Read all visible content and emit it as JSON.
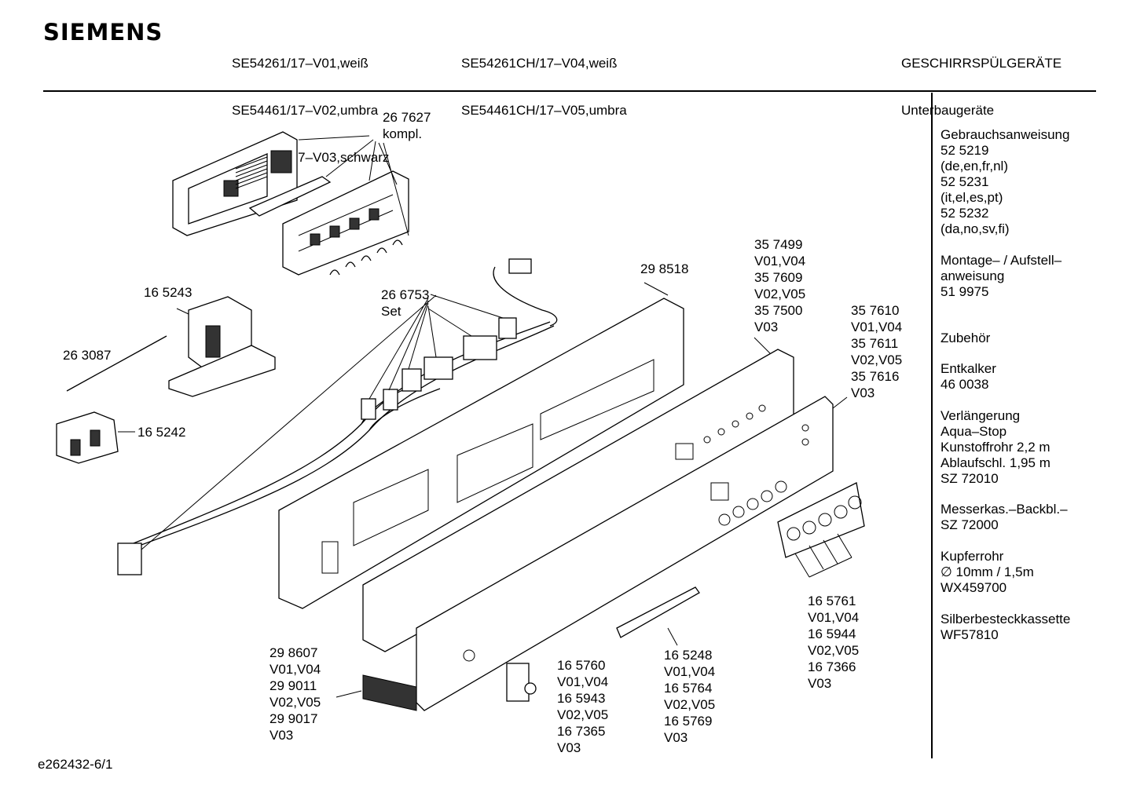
{
  "header": {
    "brand": "SIEMENS",
    "models_col1": [
      "SE54261/17–V01,weiß",
      "SE54461/17–V02,umbra",
      "SE54661/17–V03,schwarz"
    ],
    "models_col2": [
      "SE54261CH/17–V04,weiß",
      "SE54461CH/17–V05,umbra"
    ],
    "category": [
      "GESCHIRRSPÜLGERÄTE",
      "Unterbaugeräte"
    ]
  },
  "labels": {
    "l267627": "26 7627\nkompl.",
    "l165243": "16 5243",
    "l263087": "26 3087",
    "l165242": "16 5242",
    "l266753": "26 6753\nSet",
    "l298518": "29 8518",
    "l357499": "35 7499\nV01,V04\n35 7609\nV02,V05\n35 7500\nV03",
    "l357610": "35 7610\nV01,V04\n35 7611\nV02,V05\n35 7616\nV03",
    "l298607": "29 8607\nV01,V04\n29 9011\nV02,V05\n29 9017\nV03",
    "l165760": "16 5760\nV01,V04\n16 5943\nV02,V05\n16 7365\nV03",
    "l165248": "16 5248\nV01,V04\n16 5764\nV02,V05\n16 5769\nV03",
    "l165761": "16 5761\nV01,V04\n16 5944\nV02,V05\n16 7366\nV03"
  },
  "sidebar": {
    "manual": "Gebrauchsanweisung\n52 5219\n(de,en,fr,nl)\n52 5231\n(it,el,es,pt)\n52 5232\n(da,no,sv,fi)",
    "install": "Montage– / Aufstell–\nanweisung\n51 9975",
    "accessories": "Zubehör",
    "descaler": "Entkalker\n46 0038",
    "extension": "Verlängerung\nAqua–Stop\nKunstoffrohr 2,2 m\nAblaufschl. 1,95 m\nSZ 72010",
    "knife": "Messerkas.–Backbl.–\nSZ 72000",
    "copper": "Kupferrohr\n∅ 10mm / 1,5m\nWX459700",
    "silver": "Silberbesteckkassette\nWF57810"
  },
  "footer": {
    "code": "e262432-6/1"
  }
}
